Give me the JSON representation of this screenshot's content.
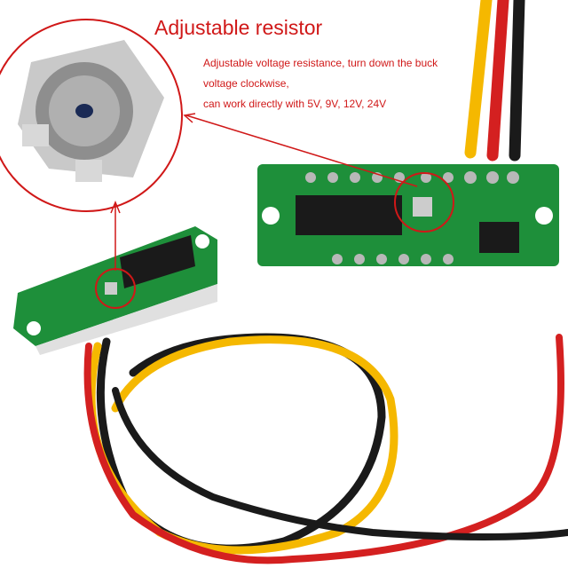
{
  "annotation": {
    "title": "Adjustable resistor",
    "lines": [
      "Adjustable voltage resistance, turn down the buck",
      "voltage clockwise,",
      "can work directly with 5V, 9V, 12V, 24V"
    ]
  },
  "colors": {
    "annotation_red": "#d01818",
    "pcb_green": "#1e8f3a",
    "wire_red": "#d42020",
    "wire_yellow": "#f5b800",
    "wire_black": "#1a1a1a"
  }
}
